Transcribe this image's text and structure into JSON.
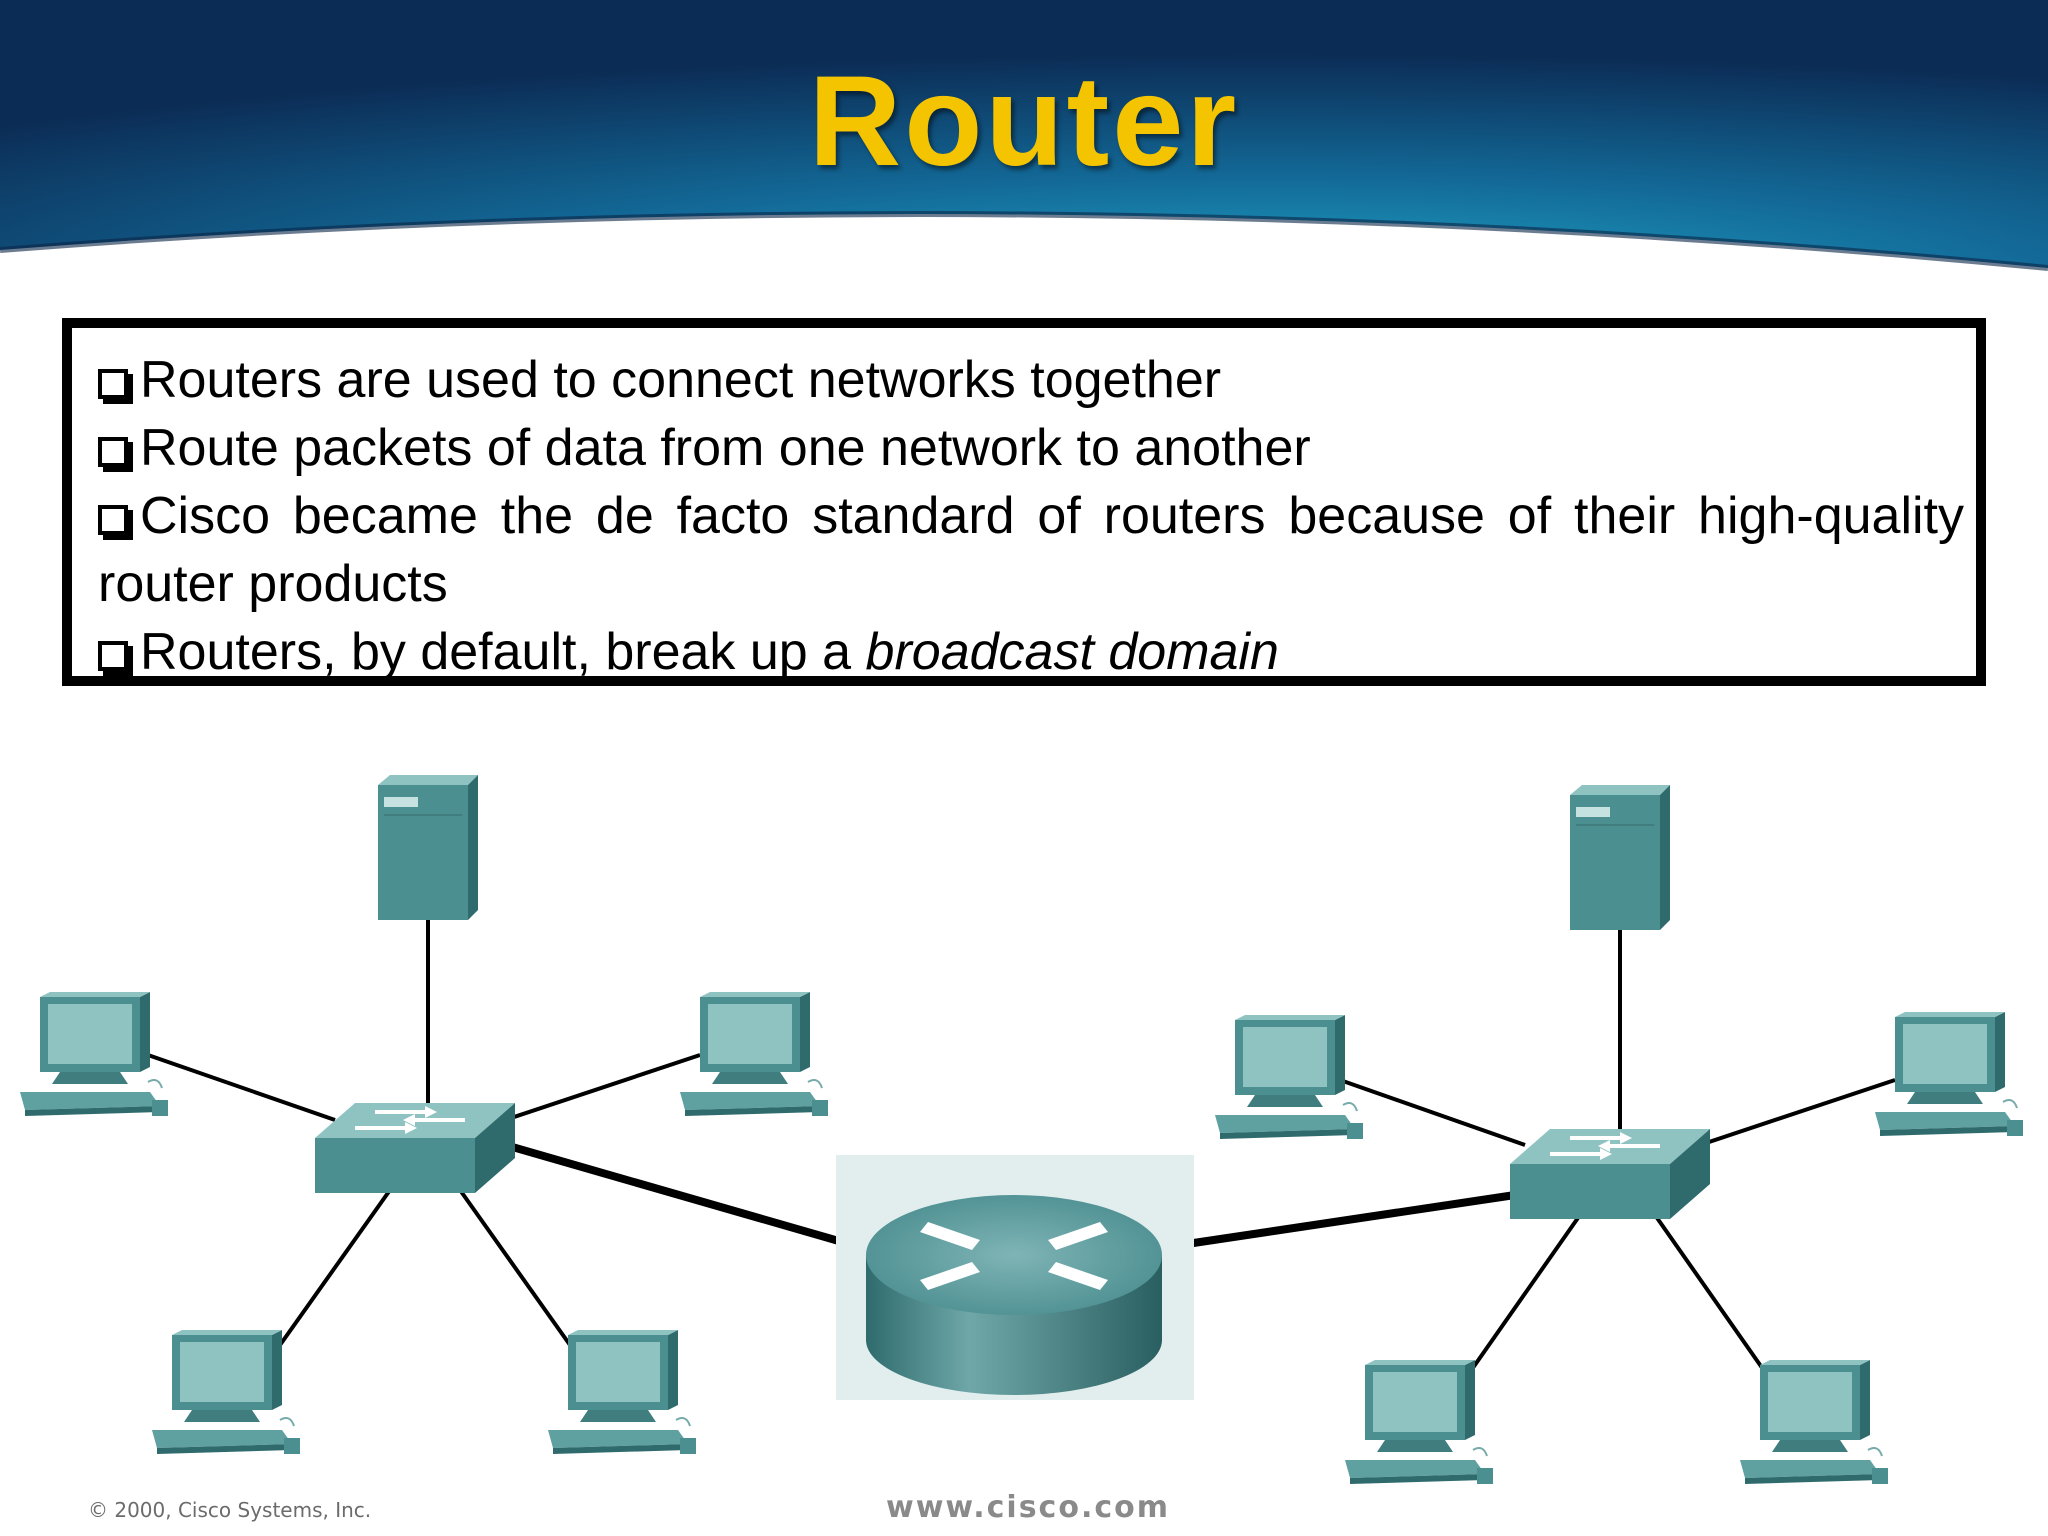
{
  "slide": {
    "title": "Router",
    "bullets": [
      {
        "text": "Routers are used to connect networks together"
      },
      {
        "text": "Route packets of data from one network to another"
      },
      {
        "text": "Cisco became the de facto standard of routers because of their high-quality router products"
      },
      {
        "text": "Routers, by default, break up a ",
        "emphasis": "broadcast domain"
      }
    ],
    "footer": {
      "copyright": "© 2000, Cisco Systems, Inc.",
      "website": "www.cisco.com"
    }
  },
  "colors": {
    "title": "#f5c400",
    "banner_dark": "#0c2f58",
    "banner_light": "#1b93b8",
    "device": "#4a8d8f"
  },
  "icons": [
    "server-icon",
    "workstation-icon",
    "switch-icon",
    "router-icon",
    "checkbox-bullet-icon"
  ]
}
